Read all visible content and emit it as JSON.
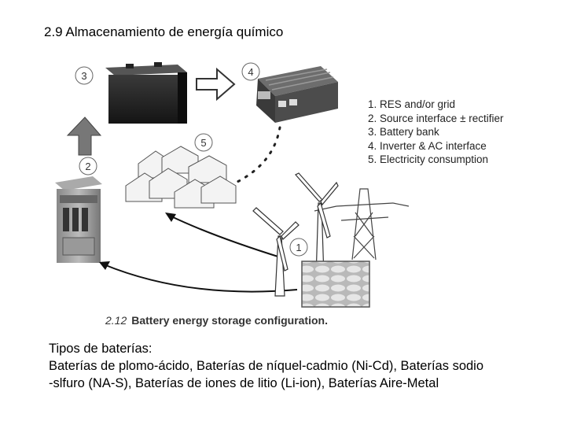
{
  "slide": {
    "title": "2.9 Almacenamiento de energía químico"
  },
  "figure": {
    "markers": [
      "3",
      "4",
      "5",
      "2",
      "1"
    ],
    "legend": [
      "1. RES and/or grid",
      "2. Source interface ± rectifier",
      "3. Battery bank",
      "4. Inverter & AC interface",
      "5. Electricity consumption"
    ],
    "caption_number": "2.12",
    "caption_text": "Battery energy storage configuration."
  },
  "body": {
    "heading": "Tipos de baterías:",
    "line1": "Baterías de plomo-ácido, Baterías de níquel-cadmio (Ni-Cd), Baterías sodio",
    "line2": "-slfuro (NA-S), Baterías de iones de litio (Li-ion), Baterías Aire-Metal"
  }
}
